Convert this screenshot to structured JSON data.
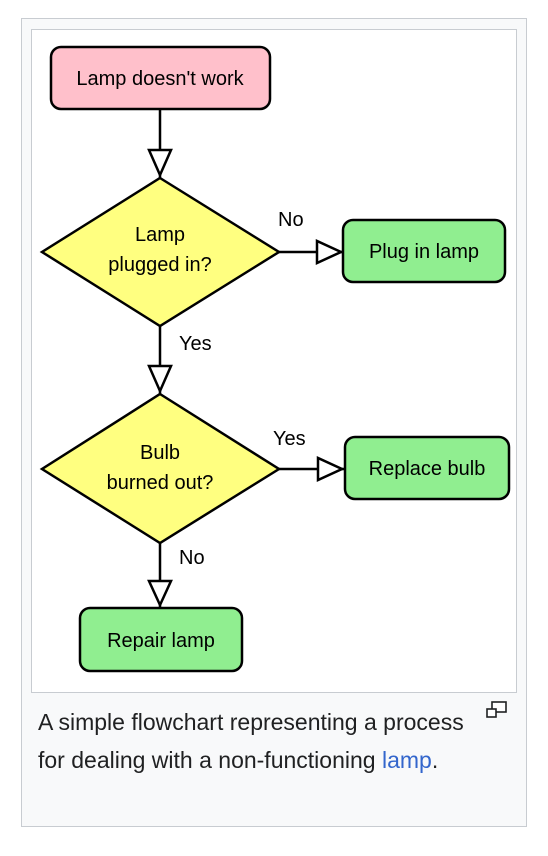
{
  "diagram": {
    "nodes": {
      "start": "Lamp doesn't work",
      "q1_line1": "Lamp",
      "q1_line2": "plugged in?",
      "a1": "Plug in lamp",
      "q2_line1": "Bulb",
      "q2_line2": "burned out?",
      "a2": "Replace bulb",
      "a3": "Repair lamp"
    },
    "edges": {
      "q1_no": "No",
      "q1_yes": "Yes",
      "q2_yes": "Yes",
      "q2_no": "No"
    },
    "colors": {
      "start_fill": "#ffc0cb",
      "decision_fill": "#ffff80",
      "action_fill": "#90ee90",
      "stroke": "#000000"
    }
  },
  "caption": {
    "text_before": "A simple flowchart representing a process for dealing with a non-functioning ",
    "link_text": "lamp",
    "text_after": "."
  },
  "icons": {
    "enlarge": "magnify-clip-icon"
  }
}
